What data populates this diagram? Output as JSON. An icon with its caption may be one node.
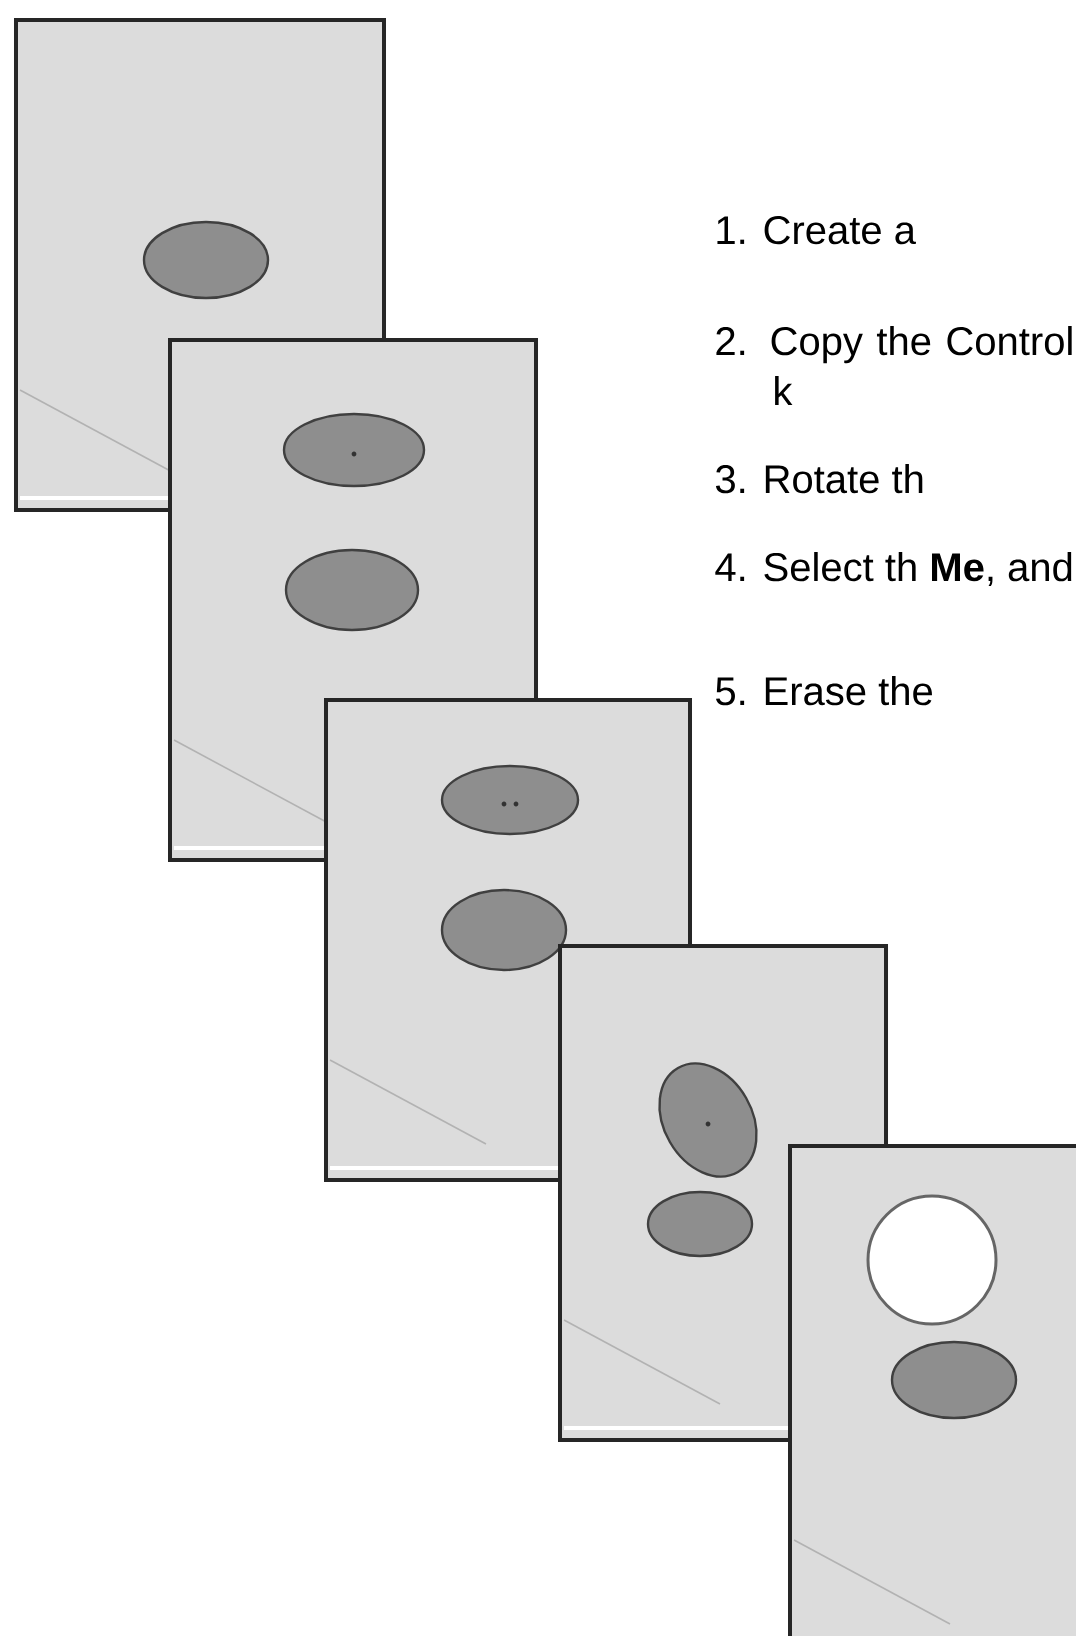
{
  "diagram": {
    "labels": [
      "1. Create a",
      "2. Copy the Control k",
      "3. Rotate th",
      "4. Select th **Me**, and",
      "5. Erase the"
    ]
  }
}
